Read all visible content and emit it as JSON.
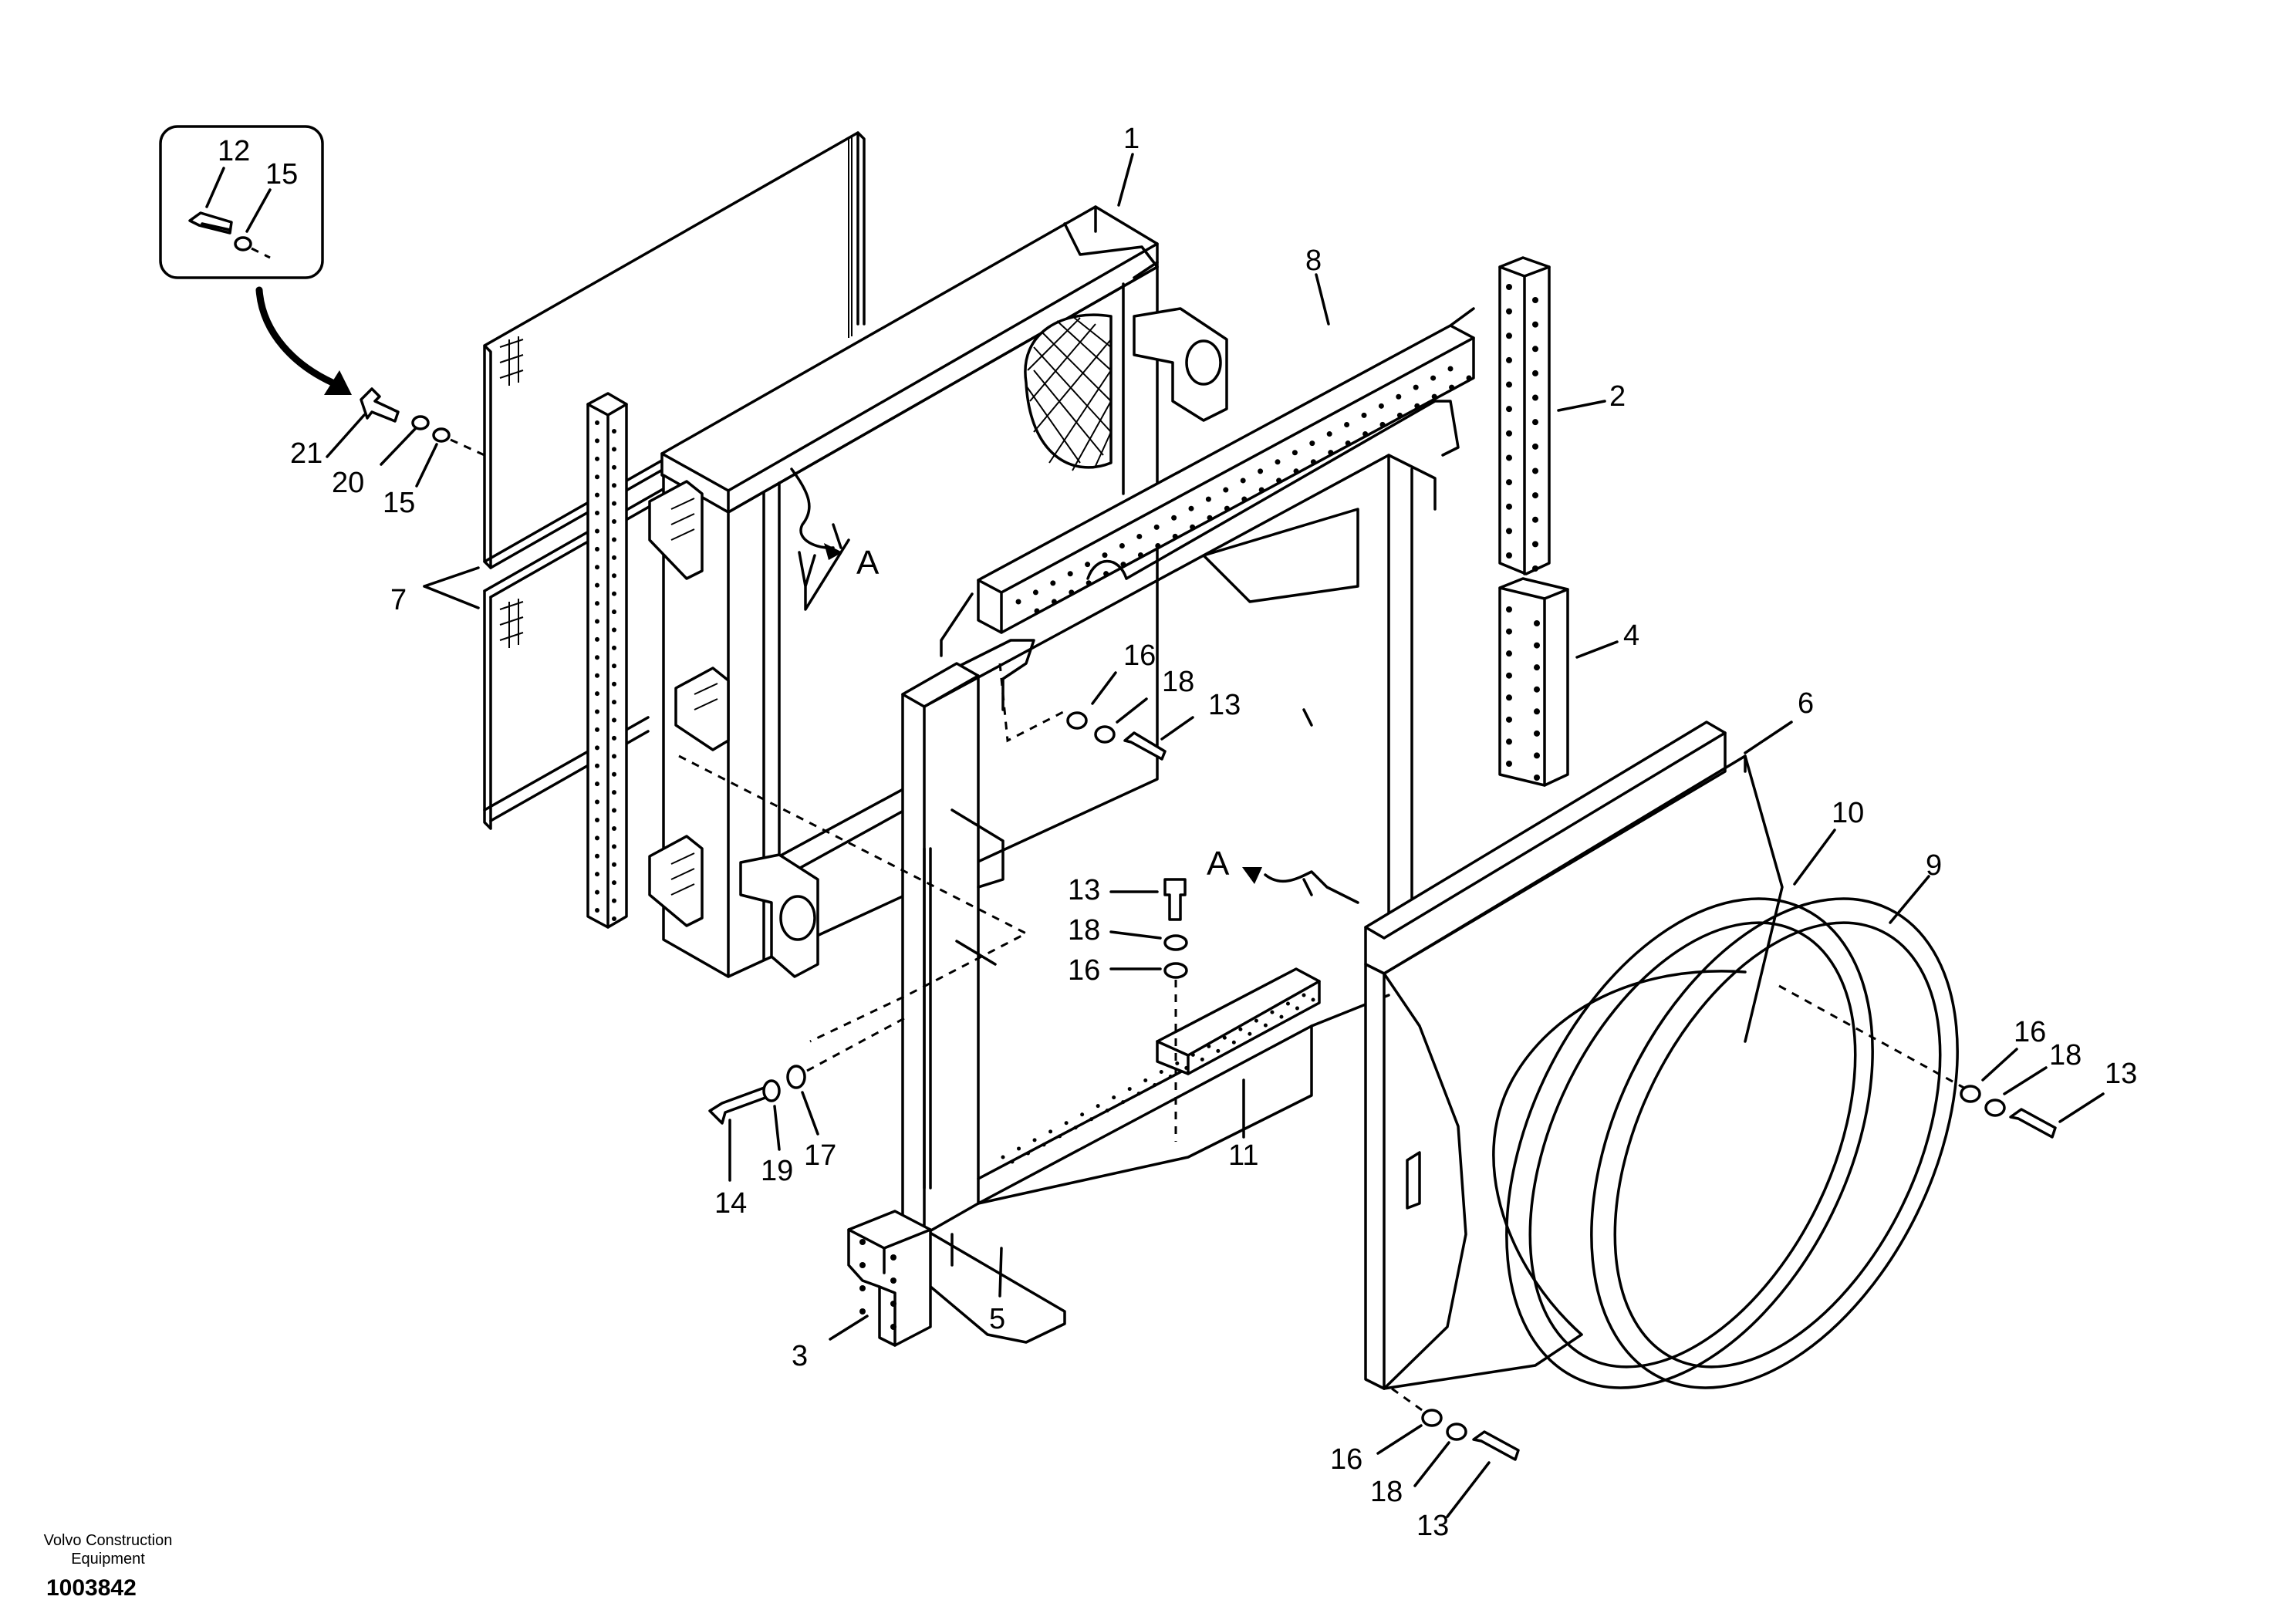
{
  "diagram": {
    "callouts": [
      "1",
      "2",
      "3",
      "4",
      "5",
      "6",
      "7",
      "8",
      "9",
      "10",
      "11",
      "12",
      "13",
      "14",
      "15",
      "16",
      "17",
      "18",
      "19",
      "20",
      "21"
    ],
    "section_marker": "A"
  },
  "footer": {
    "company_line1": "Volvo Construction",
    "company_line2": "Equipment",
    "drawing_number": "1003842"
  }
}
